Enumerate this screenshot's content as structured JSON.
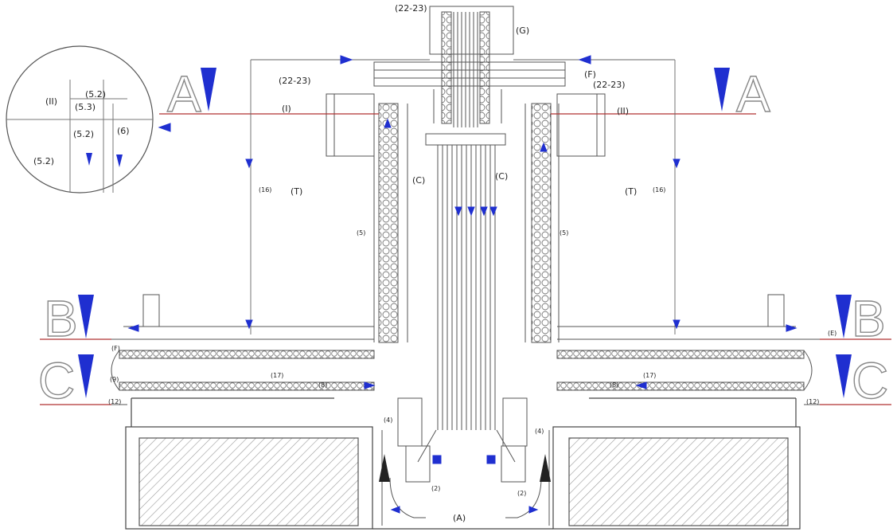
{
  "labels": {
    "top_dim": "(22-23)",
    "g": "(G)",
    "a_left": "A",
    "a_right": "A",
    "b_left": "B",
    "b_right": "B",
    "c_left": "C",
    "c_right": "C",
    "left_22_23": "(22-23)",
    "right_22_23": "(22-23)",
    "f_right": "(F)",
    "i_left": "(I)",
    "ii_right": "(II)",
    "t_left": "(T)",
    "t_right": "(T)",
    "n16_left": "(16)",
    "n16_right": "(16)",
    "c_coil_left": "(C)",
    "c_coil_right": "(C)",
    "n5_left": "(5)",
    "n5_right": "(5)",
    "e_right": "(E)",
    "f_left": "(F)",
    "n17_left": "(17)",
    "n17_right": "(17)",
    "n8_left": "(8)",
    "n8_right": "(8)",
    "n9": "(9)",
    "n12_left": "(12)",
    "n12_right": "(12)",
    "n4_left": "(4)",
    "n4_right": "(4)",
    "n2_left": "(2)",
    "n2_right": "(2)",
    "a_bottom": "(A)",
    "detail_ii": "(II)",
    "detail_52a": "(5.2)",
    "detail_53": "(5.3)",
    "detail_52b": "(5.2)",
    "detail_6": "(6)",
    "detail_52c": "(5.2)"
  },
  "colors": {
    "line": "#555555",
    "arrow": "#1f2fd0",
    "pipe_red": "#b03030",
    "hatch": "#999999",
    "dark": "#222222"
  }
}
